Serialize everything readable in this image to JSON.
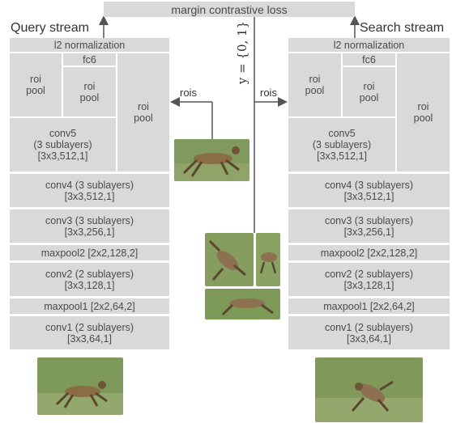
{
  "top_loss": "margin contrastive loss",
  "label_eq": "y = {0, 1}",
  "rois_left": "rois",
  "rois_right": "rois",
  "query": {
    "title": "Query stream",
    "l2": "l2 normalization",
    "fc6": "fc6",
    "roi1": "roi\npool",
    "roi2": "roi\npool",
    "roi3": "roi\npool",
    "conv5": "conv5\n(3 sublayers)\n[3x3,512,1]",
    "conv4": "conv4 (3 sublayers)\n[3x3,512,1]",
    "conv3": "conv3 (3 sublayers)\n[3x3,256,1]",
    "maxpool2": "maxpool2 [2x2,128,2]",
    "conv2": "conv2 (2 sublayers)\n[3x3,128,1]",
    "maxpool1": "maxpool1 [2x2,64,2]",
    "conv1": "conv1 (2 sublayers)\n[3x3,64,1]"
  },
  "search": {
    "title": "Search stream",
    "l2": "l2 normalization",
    "fc6": "fc6",
    "roi1": "roi\npool",
    "roi2": "roi\npool",
    "roi3": "roi\npool",
    "conv5": "conv5\n(3 sublayers)\n[3x3,512,1]",
    "conv4": "conv4 (3 sublayers)\n[3x3,512,1]",
    "conv3": "conv3 (3 sublayers)\n[3x3,256,1]",
    "maxpool2": "maxpool2 [2x2,128,2]",
    "conv2": "conv2 (2 sublayers)\n[3x3,128,1]",
    "maxpool1": "maxpool1 [2x2,64,2]",
    "conv1": "conv1 (2 sublayers)\n[3x3,64,1]"
  }
}
